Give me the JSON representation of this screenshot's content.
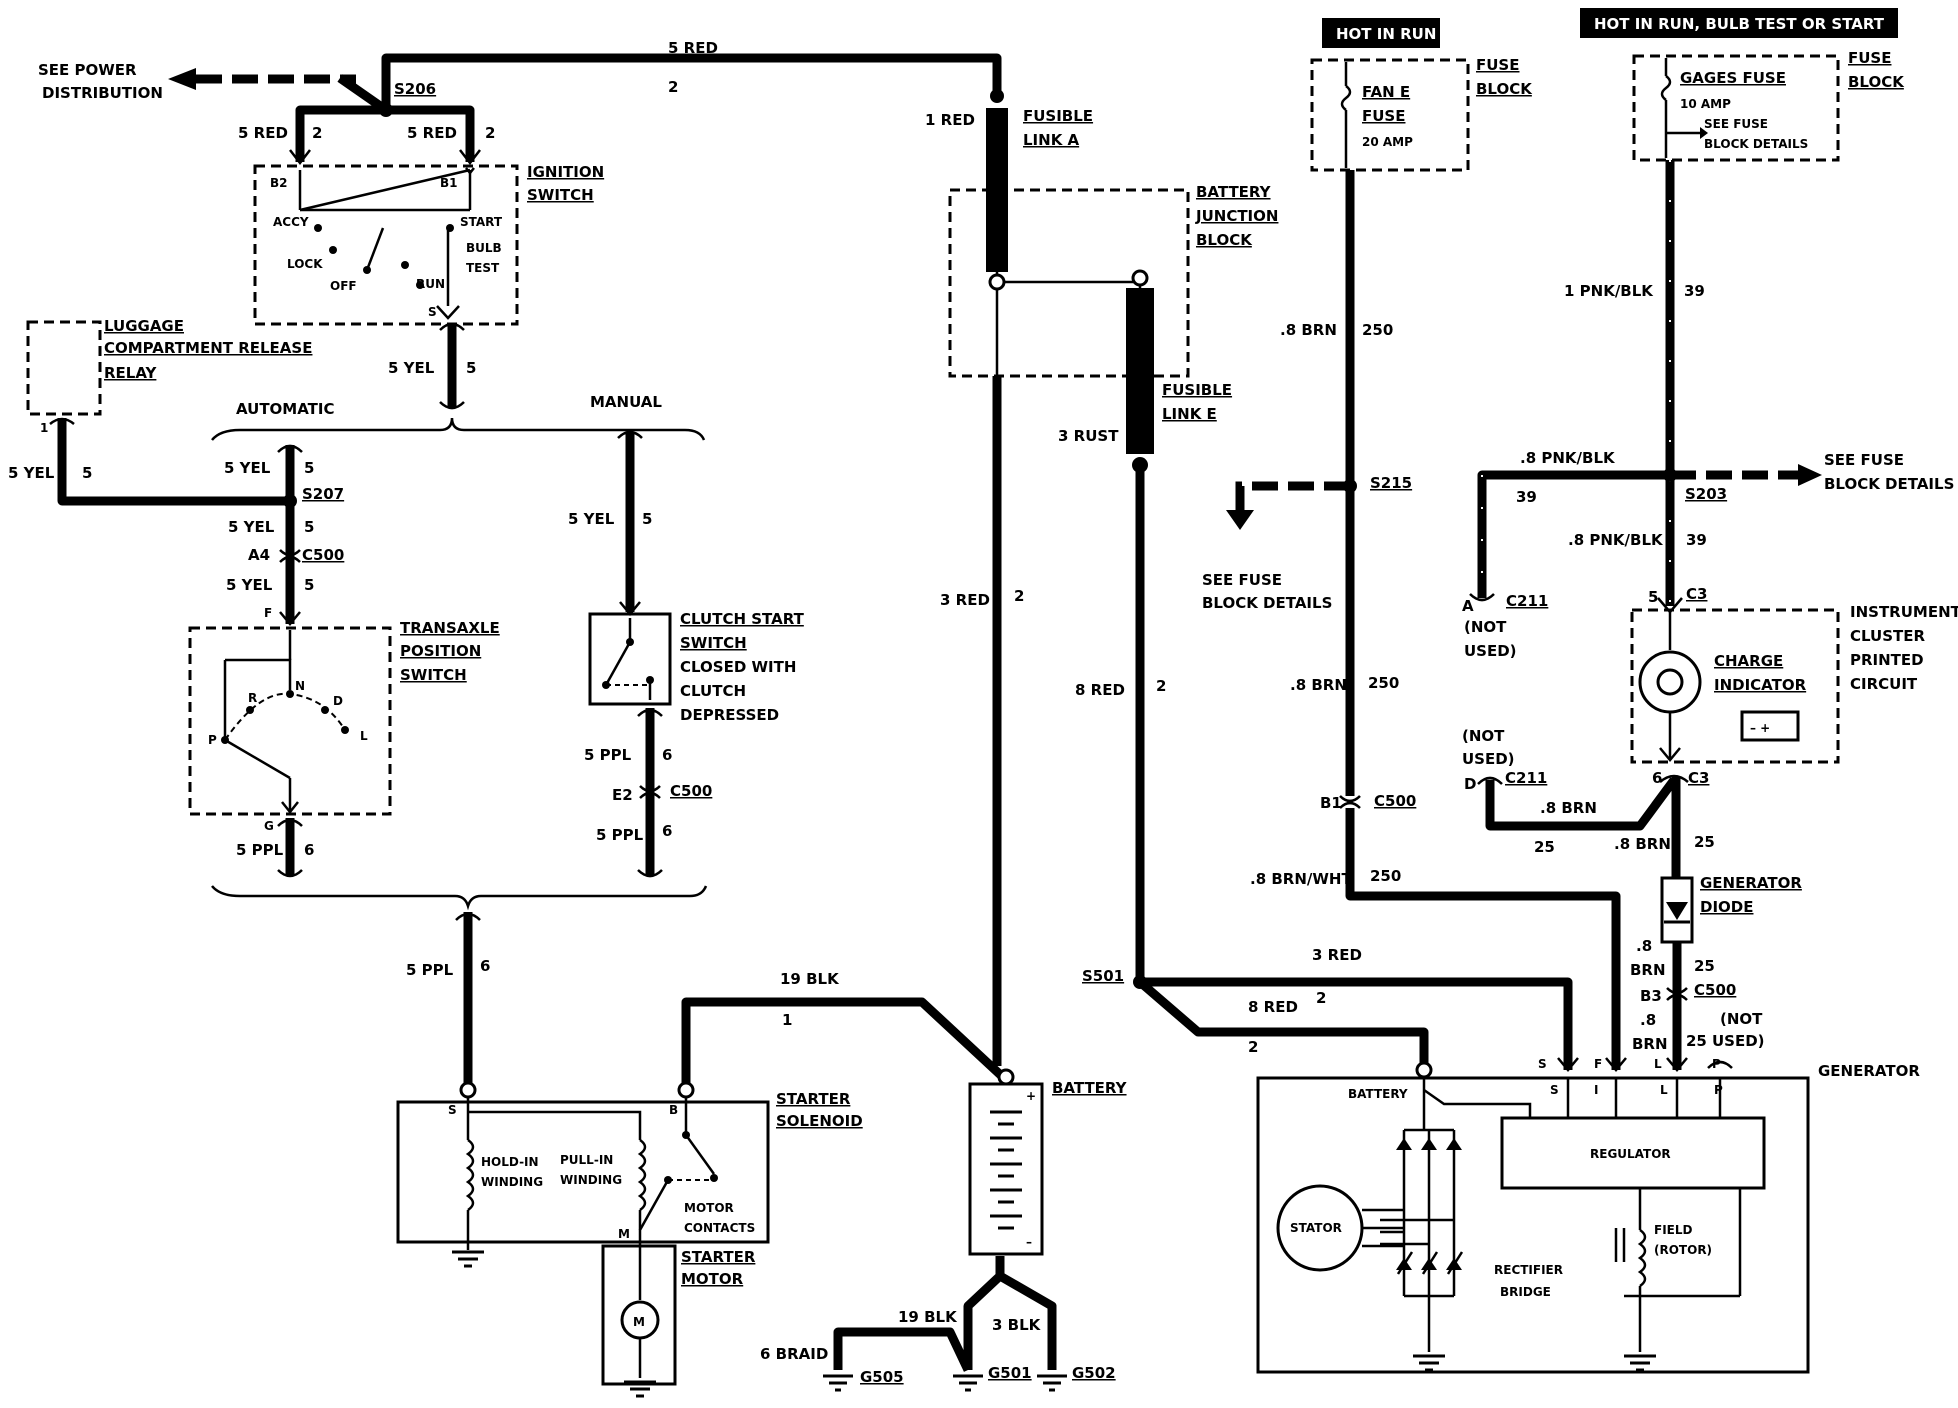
{
  "top_left": {
    "power_dist": [
      "SEE POWER",
      "DISTRIBUTION"
    ],
    "splice": "S206"
  },
  "top_wire": {
    "color": "5 RED",
    "circuit": "2"
  },
  "ignition": {
    "name": [
      "IGNITION",
      "SWITCH"
    ],
    "left_wire": "5 RED",
    "left_circ": "2",
    "right_wire": "5 RED",
    "right_circ": "2",
    "term_b2": "B2",
    "term_b1": "B1",
    "term_s": "S",
    "accy": "ACCY",
    "lock": "LOCK",
    "off": "OFF",
    "run": "RUN",
    "start": "START",
    "bulb": [
      "BULB",
      "TEST"
    ],
    "out_wire": "5 YEL",
    "out_circ": "5"
  },
  "luggage": {
    "name": [
      "LUGGAGE",
      "COMPARTMENT RELEASE",
      "RELAY"
    ],
    "pin": "1",
    "wire": "5 YEL",
    "circ": "5"
  },
  "branch": {
    "automatic": "AUTOMATIC",
    "manual": "MANUAL"
  },
  "auto_branch": {
    "w1": "5 YEL",
    "c1": "5",
    "splice": "S207",
    "w2": "5 YEL",
    "c2": "5",
    "conn_pin": "A4",
    "conn": "C500",
    "w3": "5 YEL",
    "c3": "5",
    "pin_f": "F"
  },
  "transaxle": {
    "name": [
      "TRANSAXLE",
      "POSITION",
      "SWITCH"
    ],
    "p": "P",
    "r": "R",
    "n": "N",
    "d": "D",
    "l": "L",
    "pin_g": "G",
    "out_wire": "5 PPL",
    "out_circ": "6"
  },
  "manual_branch": {
    "w1": "5 YEL",
    "c1": "5"
  },
  "clutch": {
    "name": [
      "CLUTCH START",
      "SWITCH"
    ],
    "desc": [
      "CLOSED WITH",
      "CLUTCH",
      "DEPRESSED"
    ],
    "w1": "5 PPL",
    "c1": "6",
    "conn_pin": "E2",
    "conn": "C500",
    "w2": "5 PPL",
    "c2": "6"
  },
  "starter_feed": {
    "wire": "5 PPL",
    "circ": "6"
  },
  "solenoid": {
    "name": [
      "STARTER",
      "SOLENOID"
    ],
    "s": "S",
    "b": "B",
    "m": "M",
    "hold": [
      "HOLD-IN",
      "WINDING"
    ],
    "pull": [
      "PULL-IN",
      "WINDING"
    ],
    "contacts": [
      "MOTOR",
      "CONTACTS"
    ]
  },
  "motor": {
    "name": [
      "STARTER",
      "MOTOR"
    ],
    "symbol": "M"
  },
  "blk_wire": {
    "wire": "19 BLK",
    "circ": "1"
  },
  "fusible_a": {
    "wire": "1 RED",
    "name": [
      "FUSIBLE",
      "LINK A"
    ]
  },
  "junction": {
    "name": [
      "BATTERY",
      "JUNCTION",
      "BLOCK"
    ]
  },
  "fusible_e": {
    "wire": "3 RUST",
    "name": [
      "FUSIBLE",
      "LINK E"
    ]
  },
  "battery_feed": {
    "wire": "3 RED",
    "circ": "2"
  },
  "battery": {
    "name": "BATTERY",
    "plus": "+",
    "minus": "–"
  },
  "grounds": {
    "braid": "6 BRAID",
    "w1": "19 BLK",
    "w2": "3 BLK",
    "g505": "G505",
    "g501": "G501",
    "g502": "G502"
  },
  "red8": {
    "wire": "8 RED",
    "circ": "2",
    "splice": "S501"
  },
  "to_gen": {
    "w1": "3 RED",
    "w2": "8 RED",
    "c": "2",
    "c2": "2"
  },
  "fan_fuse": {
    "hot": "HOT IN RUN",
    "name": [
      "FAN E",
      "FUSE"
    ],
    "amp": "20 AMP",
    "block": [
      "FUSE",
      "BLOCK"
    ]
  },
  "brn": {
    "w1": ".8 BRN",
    "c1": "250",
    "splice": "S215",
    "see": [
      "SEE FUSE",
      "BLOCK DETAILS"
    ],
    "w2": ".8 BRN",
    "c2": "250",
    "conn_pin": "B1",
    "conn": "C500",
    "w3": ".8 BRN/WHT",
    "c3": "250"
  },
  "gages_fuse": {
    "hot": "HOT IN RUN, BULB TEST OR START",
    "name": "GAGES FUSE",
    "amp": "10 AMP",
    "see": [
      "SEE FUSE",
      "BLOCK DETAILS"
    ],
    "block": [
      "FUSE",
      "BLOCK"
    ]
  },
  "pnk": {
    "w1": "1 PNK/BLK",
    "c1": "39",
    "w2": ".8 PNK/BLK",
    "c2": "39",
    "splice": "S203",
    "see": [
      "SEE FUSE",
      "BLOCK DETAILS"
    ],
    "w3": ".8 PNK/BLK",
    "c3": "39"
  },
  "c211a": {
    "pin": "A",
    "conn": "C211",
    "note": [
      "(NOT",
      "USED)"
    ]
  },
  "cluster": {
    "pin5": "5",
    "c3": "C3",
    "indicator": [
      "CHARGE",
      "INDICATOR"
    ],
    "name": [
      "INSTRUMENT",
      "CLUSTER",
      "PRINTED",
      "CIRCUIT"
    ],
    "pin6": "6",
    "c3b": "C3"
  },
  "c211d": {
    "note": [
      "(NOT",
      "USED)"
    ],
    "pin": "D",
    "conn": "C211",
    "wire": ".8 BRN",
    "circ": "25"
  },
  "diode_feed": {
    "wire": ".8 BRN",
    "circ": "25"
  },
  "diode": {
    "name": [
      "GENERATOR",
      "DIODE"
    ]
  },
  "gen_l": {
    "w1": ".8",
    "w2": "BRN",
    "c": "25",
    "conn_pin": "B3",
    "conn": "C500",
    "w3": ".8",
    "w4": "BRN",
    "c2": "25",
    "not_used": [
      "(NOT",
      "USED)"
    ]
  },
  "generator": {
    "name": "GENERATOR",
    "t_s": "S",
    "t_f": "F",
    "t_l": "L",
    "t_p": "P",
    "i_s": "S",
    "i_i": "I",
    "i_l": "L",
    "i_p": "P",
    "battery": "BATTERY",
    "regulator": "REGULATOR",
    "stator": "STATOR",
    "rectifier": [
      "RECTIFIER",
      "BRIDGE"
    ],
    "field": [
      "FIELD",
      "(ROTOR)"
    ]
  }
}
